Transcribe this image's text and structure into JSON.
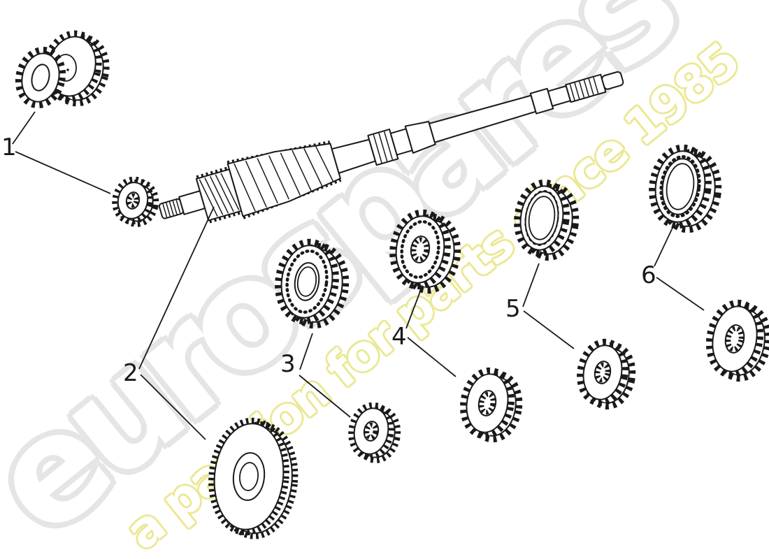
{
  "watermark": {
    "brand": "eurospares",
    "tagline": "a passion for parts since 1985",
    "brand_rim_color": "#e5e5e5",
    "tagline_rim_color": "#ebe894",
    "letter_fill_color": "#ffffff"
  },
  "diagram": {
    "background_color": "#ffffff",
    "ink_color": "#1a1a1a",
    "parts": [
      {
        "number": "1"
      },
      {
        "number": "2"
      },
      {
        "number": "3"
      },
      {
        "number": "4"
      },
      {
        "number": "5"
      },
      {
        "number": "6"
      }
    ]
  }
}
